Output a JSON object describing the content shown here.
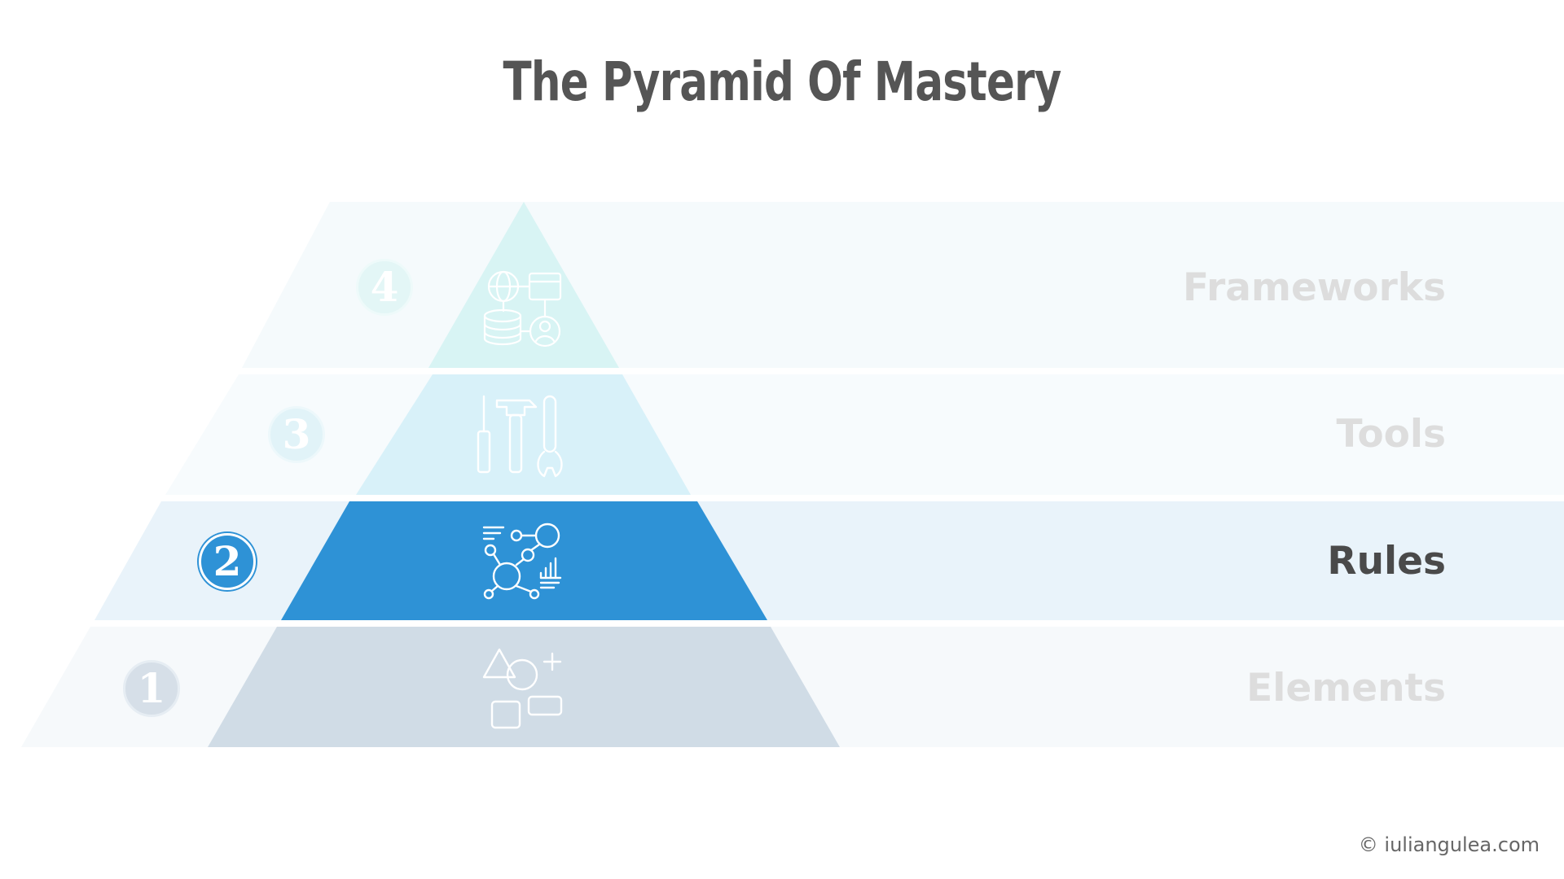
{
  "title": "The Pyramid Of Mastery",
  "levels": [
    {
      "number": "4",
      "label": "Frameworks",
      "icon": "network-database-icon",
      "active": false
    },
    {
      "number": "3",
      "label": "Tools",
      "icon": "tools-icon",
      "active": false
    },
    {
      "number": "2",
      "label": "Rules",
      "icon": "molecule-rules-icon",
      "active": true
    },
    {
      "number": "1",
      "label": "Elements",
      "icon": "shapes-icon",
      "active": false
    }
  ],
  "colors": {
    "active_fill": "#2e92d6",
    "active_band": "#e9f3fa",
    "level4_fill": "#d8f4f4",
    "level3_fill": "#d8f1f9",
    "level1_fill": "#d0dce6",
    "band_light": "#f5fafc",
    "title": "#555555"
  },
  "copyright": "© iuliangulea.com"
}
